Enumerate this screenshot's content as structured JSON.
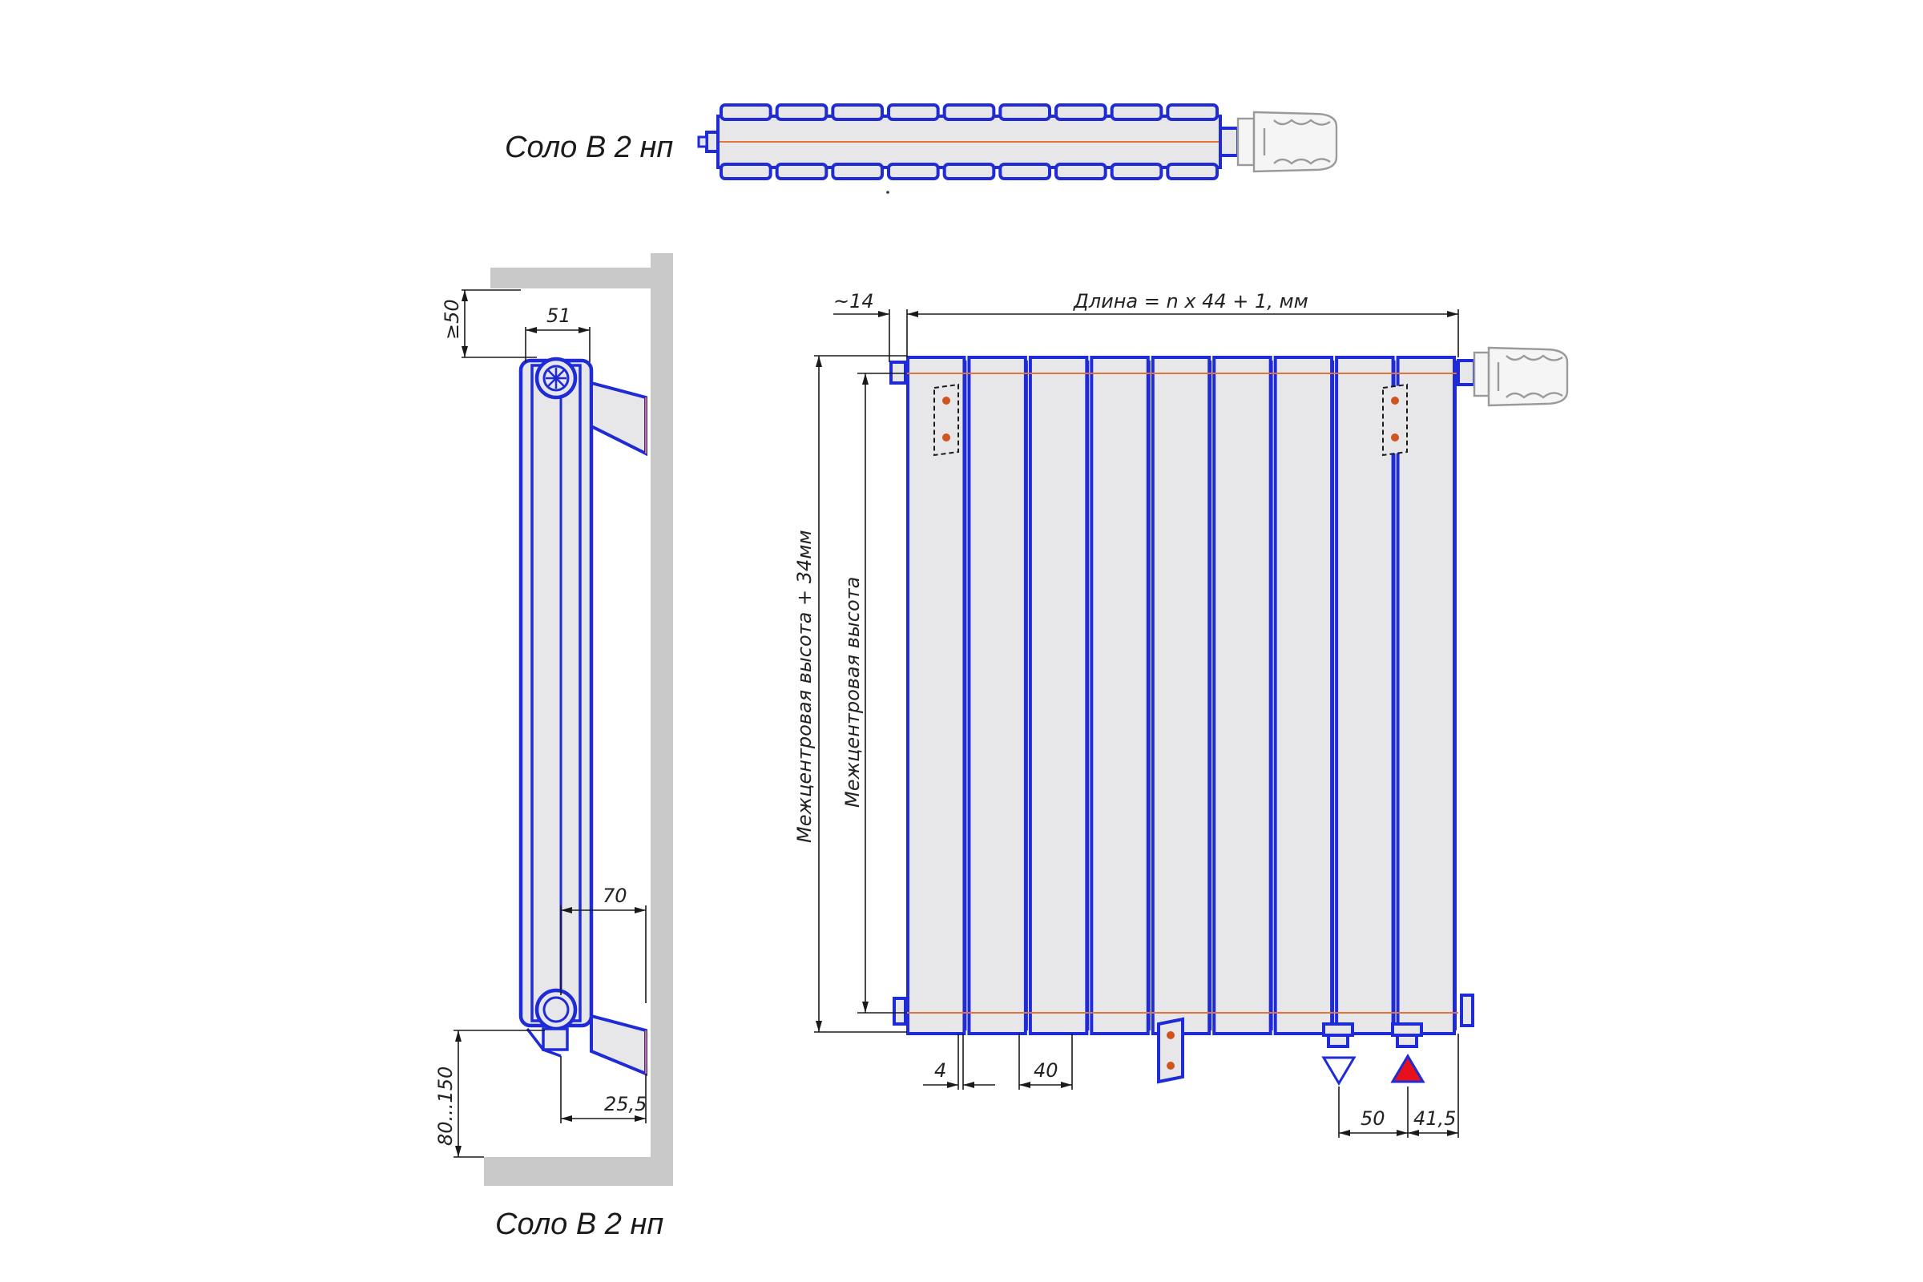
{
  "top_view": {
    "caption": "Соло В 2 нп",
    "section_count": 9
  },
  "side_view": {
    "caption": "Соло В 2 нп",
    "dims": {
      "top_gap": "≥50",
      "depth": "51",
      "outlet_offset": "70",
      "pipe_offset": "25,5",
      "floor_gap": "80...150"
    }
  },
  "front_view": {
    "section_count": 9,
    "dims": {
      "length": "Длина = n x 44 + 1, мм",
      "left_offset": "~14",
      "total_height": "Межцентровая высота + 34мм",
      "center_height": "Межцентровая высота",
      "gap": "4",
      "section_width": "40",
      "pipe_spacing": "50",
      "right_offset": "41,5"
    }
  },
  "colors": {
    "outline": "#1f2bd6",
    "fill": "#e7e7ea",
    "wall": "#c9c9c9",
    "pipe_line": "#e0743a",
    "dimension": "#1a1a1a",
    "supply_arrow": "#e8101a",
    "bracket_dot": "#d0541e"
  }
}
